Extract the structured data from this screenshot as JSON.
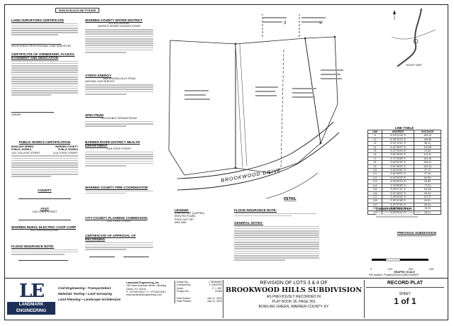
{
  "sign_block": "SIGN IN BLACK INK PLEASE",
  "cert_surveyor": {
    "title": "LAND SURVEYORS CERTIFICATE",
    "signer": "REGISTERED PROFESSIONAL LAND SURVEYOR"
  },
  "cert_ownership": {
    "title": "CERTIFICATE OF OWNERSHIP, ACCESS, EASEMENT AND DEDICATION",
    "signer": "OWNER"
  },
  "cert_water": {
    "title": "WARREN COUNTY WATER DISTRICT",
    "address": "523 3RD AVENUE",
    "note": "WATER & SEWER DIVISION STAMP"
  },
  "atmos": {
    "title": "ATMOS ENERGY",
    "address": "1800 RUSSELLVILLE ROAD",
    "note": "NATURAL GAS SERVICE"
  },
  "spectrum": {
    "title": "SPECTRUM",
    "address": "515 DOUBLE SPRINGS ROAD"
  },
  "health": {
    "title": "BARREN RIVER DISTRICT HEALTH DEPARTMENT",
    "address": "1109 STATE STREET"
  },
  "fire": {
    "title": "WARREN COUNTY FIRE COORDINATOR"
  },
  "planning": {
    "title": "CITY-COUNTY PLANNING COMMISSION",
    "address": "1141 STATE STREET"
  },
  "approval": {
    "title": "CERTIFICATE OF APPROVAL OF RECORDING"
  },
  "public_works": {
    "title": "PUBLIC WORKS CERTIFICATION",
    "org1": "BOWLING GREEN PUBLIC WORKS",
    "org1_addr": "1011 COLLEGE STREET",
    "org2": "WARREN COUNTY PUBLIC WORKS",
    "org2_addr": "1141 STATE STREET"
  },
  "county": {
    "title": "COUNTY"
  },
  "att": {
    "title": "AT&T",
    "address": "1100 STATE STREET"
  },
  "rural": {
    "title": "WARREN RURAL ELECTRIC COOP CORP",
    "address": "951 FAIRVIEW AVENUE"
  },
  "flood_left": {
    "title": "FLOOD INSURANCE NOTE:"
  },
  "legend": {
    "title": "LEGEND:",
    "items": [
      "IRON PIN SET (CAPPED)",
      "IRON PIN FOUND",
      "POINT NOT SET",
      "MAG NAIL"
    ]
  },
  "flood_note": {
    "title": "FLOOD INSURANCE NOTE:"
  },
  "general_notes": {
    "title": "GENERAL NOTES:"
  },
  "line_table": {
    "title": "LINE TABLE",
    "headers": [
      "LINE",
      "BEARING",
      "DISTANCE"
    ],
    "rows": [
      [
        "L1",
        "N 19°21'06\" E",
        "154.10"
      ],
      [
        "L2",
        "N 26°24'19\" E",
        "136.55"
      ],
      [
        "L3",
        "N 34°12'41\" E",
        "98.12"
      ],
      [
        "L4",
        "N 41°35'27\" E",
        "112.08"
      ],
      [
        "L5",
        "N 47°33'16\" E",
        "21.63"
      ],
      [
        "L6",
        "S 81°35'16\" E",
        "117.41"
      ],
      [
        "L7",
        "S 72°03'38\" E",
        "103.16"
      ],
      [
        "L8",
        "S 64°01'34\" E",
        "154.21"
      ],
      [
        "L9",
        "S 57°45'12\" E",
        "132.34"
      ],
      [
        "L10",
        "S 52°04'45\" E",
        "47.17"
      ],
      [
        "L11",
        "S 46°46'51\" E",
        "97.34"
      ],
      [
        "L12",
        "N 44°26'20\" E",
        "82.55"
      ],
      [
        "L13",
        "N 40°06'18\" E",
        "93.83"
      ],
      [
        "L14",
        "S 39°55'28\" E",
        "77.01"
      ],
      [
        "L15",
        "S 35°07'31\" E",
        "111.63"
      ],
      [
        "L16",
        "S 31°46'02\" E",
        "99.43"
      ],
      [
        "L17",
        "S 28°26'15\" E",
        "147.27"
      ],
      [
        "L18",
        "S 25°41'58\" E",
        "99.51"
      ],
      [
        "L19",
        "S 22°37'59\" E",
        "59.54"
      ],
      [
        "L20",
        "S 21°52'44\" E",
        "15.04"
      ],
      [
        "L21",
        "S 23°00'11\" E",
        "35.21"
      ]
    ]
  },
  "owners": {
    "title": "OWNERS/DEVELOPER"
  },
  "prev_subdivision": {
    "title": "PREVIOUS SUBDIVISION"
  },
  "scale_label": "GRAPHIC SCALE",
  "scale_ticks": [
    "0",
    "100'",
    "200'",
    "400'"
  ],
  "file_location": "File location: Projects\\2024\\24180\\24180RP",
  "map_labels": {
    "lot4": "4",
    "lot3": "3",
    "road": "BROOKWOOD DRIVE",
    "detail": "DETAIL",
    "vicinity": "VICINITY MAP"
  },
  "title_block": {
    "company": "LANDMARK ENGINEERING",
    "logo_letters": "LE",
    "services1": "Civil Engineering • Transportation",
    "services2": "Materials Testing • Land Surveying",
    "services3": "Land Planning • Landscape Architecture",
    "company_full": "Landmark Engineering, Inc.",
    "address_line": "183 Saint Andrews Street • Bowling Green, KY 42103",
    "phone_line": "P: 270.843.8312 • F: 270.843.0314",
    "web_line": "www.landmarkengineering.com",
    "revision": "REVISION OF LOTS 3 & 4 OF",
    "subdivision": "BROOKWOOD HILLS SUBDIVISION",
    "prev_recorded": "AS PREVIOUSLY RECORDED IN",
    "plat_book": "PLAT BOOK 36, PAGE 353",
    "location": "BOWLING GREEN, WARREN COUNTY, KY",
    "record_plat": "RECORD PLAT",
    "sheet_label": "SHEET",
    "sheet_num": "1 of 1",
    "meta": [
      [
        "Drawn By:",
        "J. BENNER"
      ],
      [
        "Checked By:",
        "T. GANTER"
      ],
      [
        "Scale:",
        "1\" = 100'"
      ],
      [
        "Project No.:",
        "24180"
      ]
    ],
    "dates": [
      [
        "Date Drawn:",
        "July 11, 2024"
      ],
      [
        "Date Plotted:",
        "July 11, 2024"
      ]
    ]
  }
}
